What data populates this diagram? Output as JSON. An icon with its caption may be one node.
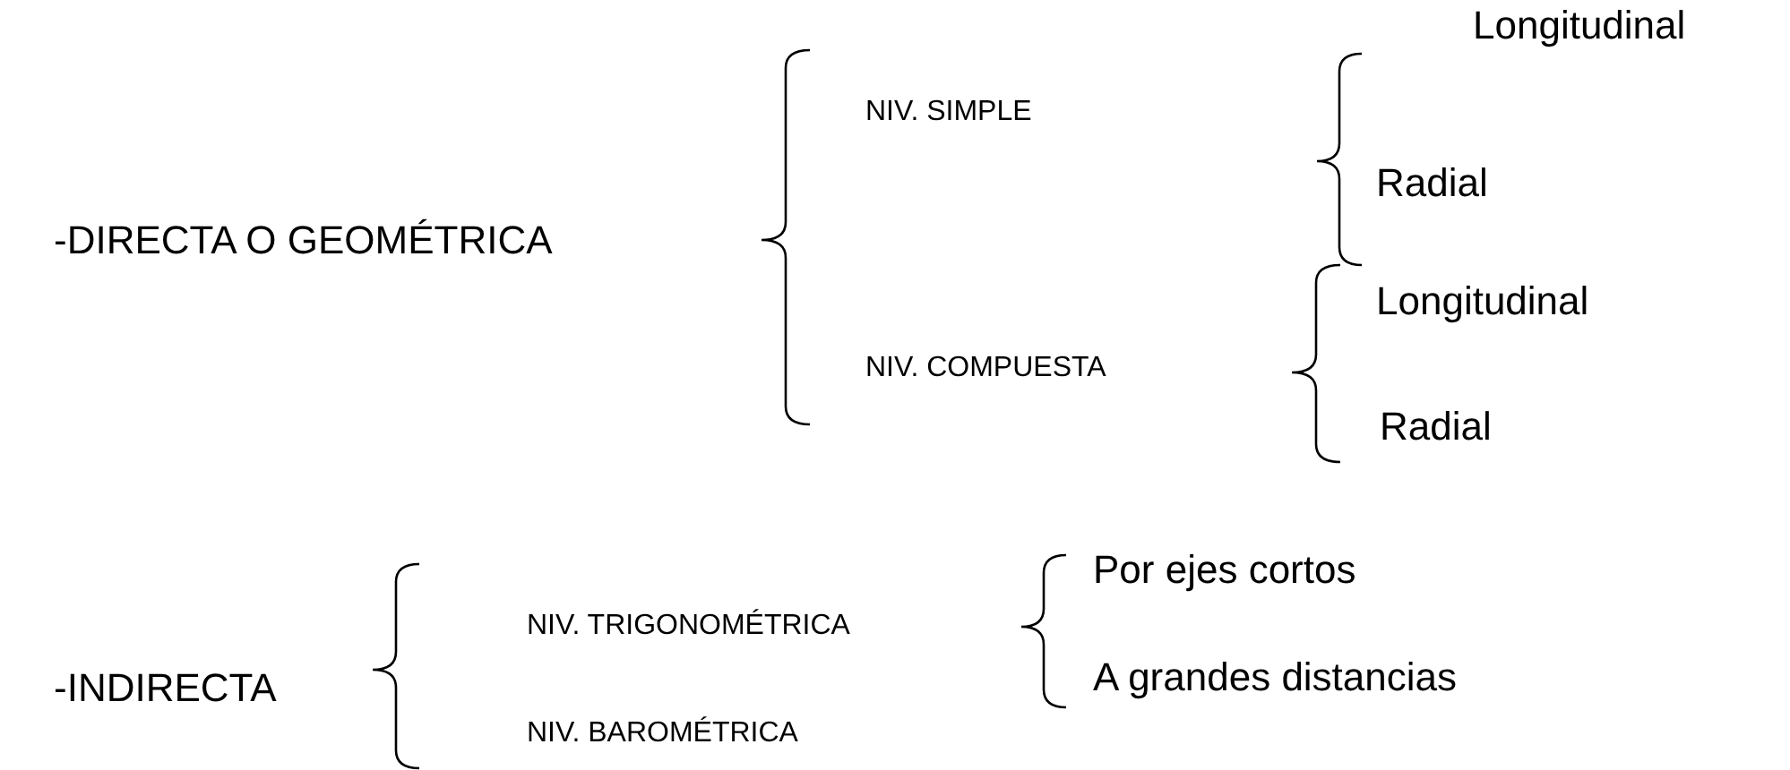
{
  "diagram": {
    "labels": [
      "Longitudinal",
      "NIV. SIMPLE",
      "Radial",
      "-DIRECTA O GEOMÉTRICA",
      "Longitudinal",
      "NIV. COMPUESTA",
      "Radial",
      "Por ejes cortos",
      "NIV. TRIGONOMÉTRICA",
      "-INDIRECTA",
      "A grandes distancias",
      "NIV. BAROMÉTRICA"
    ]
  }
}
